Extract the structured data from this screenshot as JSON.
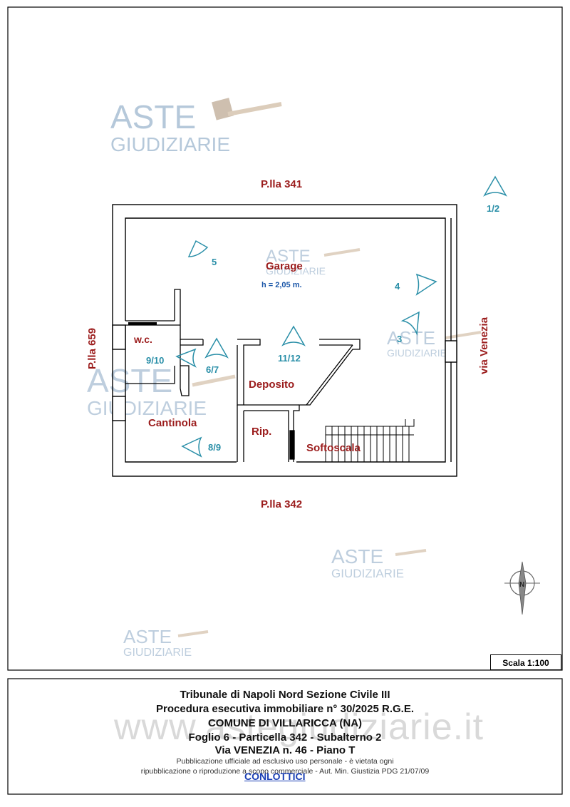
{
  "parcels": {
    "north": "P.lla 341",
    "south": "P.lla 342",
    "west": "P.lla 659",
    "east": "via Venezia"
  },
  "rooms": {
    "garage": "Garage",
    "garage_height": "h = 2,05 m.",
    "wc": "w.c.",
    "deposito": "Deposito",
    "cantinola": "Cantinola",
    "rip": "Rip.",
    "sottoscala": "Softoscala"
  },
  "views": [
    "1/2",
    "3",
    "4",
    "5",
    "6/7",
    "8/9",
    "9/10",
    "11/12"
  ],
  "scale": "Scala 1:100",
  "compass": "N",
  "watermark": {
    "line1": "ASTE",
    "line2": "GIUDIZIARIE",
    "site": "www.astegiudiziarie.it"
  },
  "title_block": {
    "line1": "Tribunale di Napoli Nord Sezione Civile III",
    "line2": "Procedura esecutiva immobiliare n° 30/2025 R.G.E.",
    "line3": "COMUNE DI VILLARICCA (NA)",
    "line4": "Foglio 6 - Particella 342 - Subalterno  2",
    "line5": "Via VENEZIA  n. 46 - Piano T",
    "footer": "CONLOTTICI",
    "publication1": "Pubblicazione ufficiale ad esclusivo uso personale - è vietata ogni",
    "publication2": "ripubblicazione o riproduzione a scopo commerciale - Aut. Min. Giustizia PDG 21/07/09"
  },
  "colors": {
    "room_label": "#9b1c1c",
    "view_marker": "#2a8fa8",
    "watermark": "#aec3d6"
  }
}
